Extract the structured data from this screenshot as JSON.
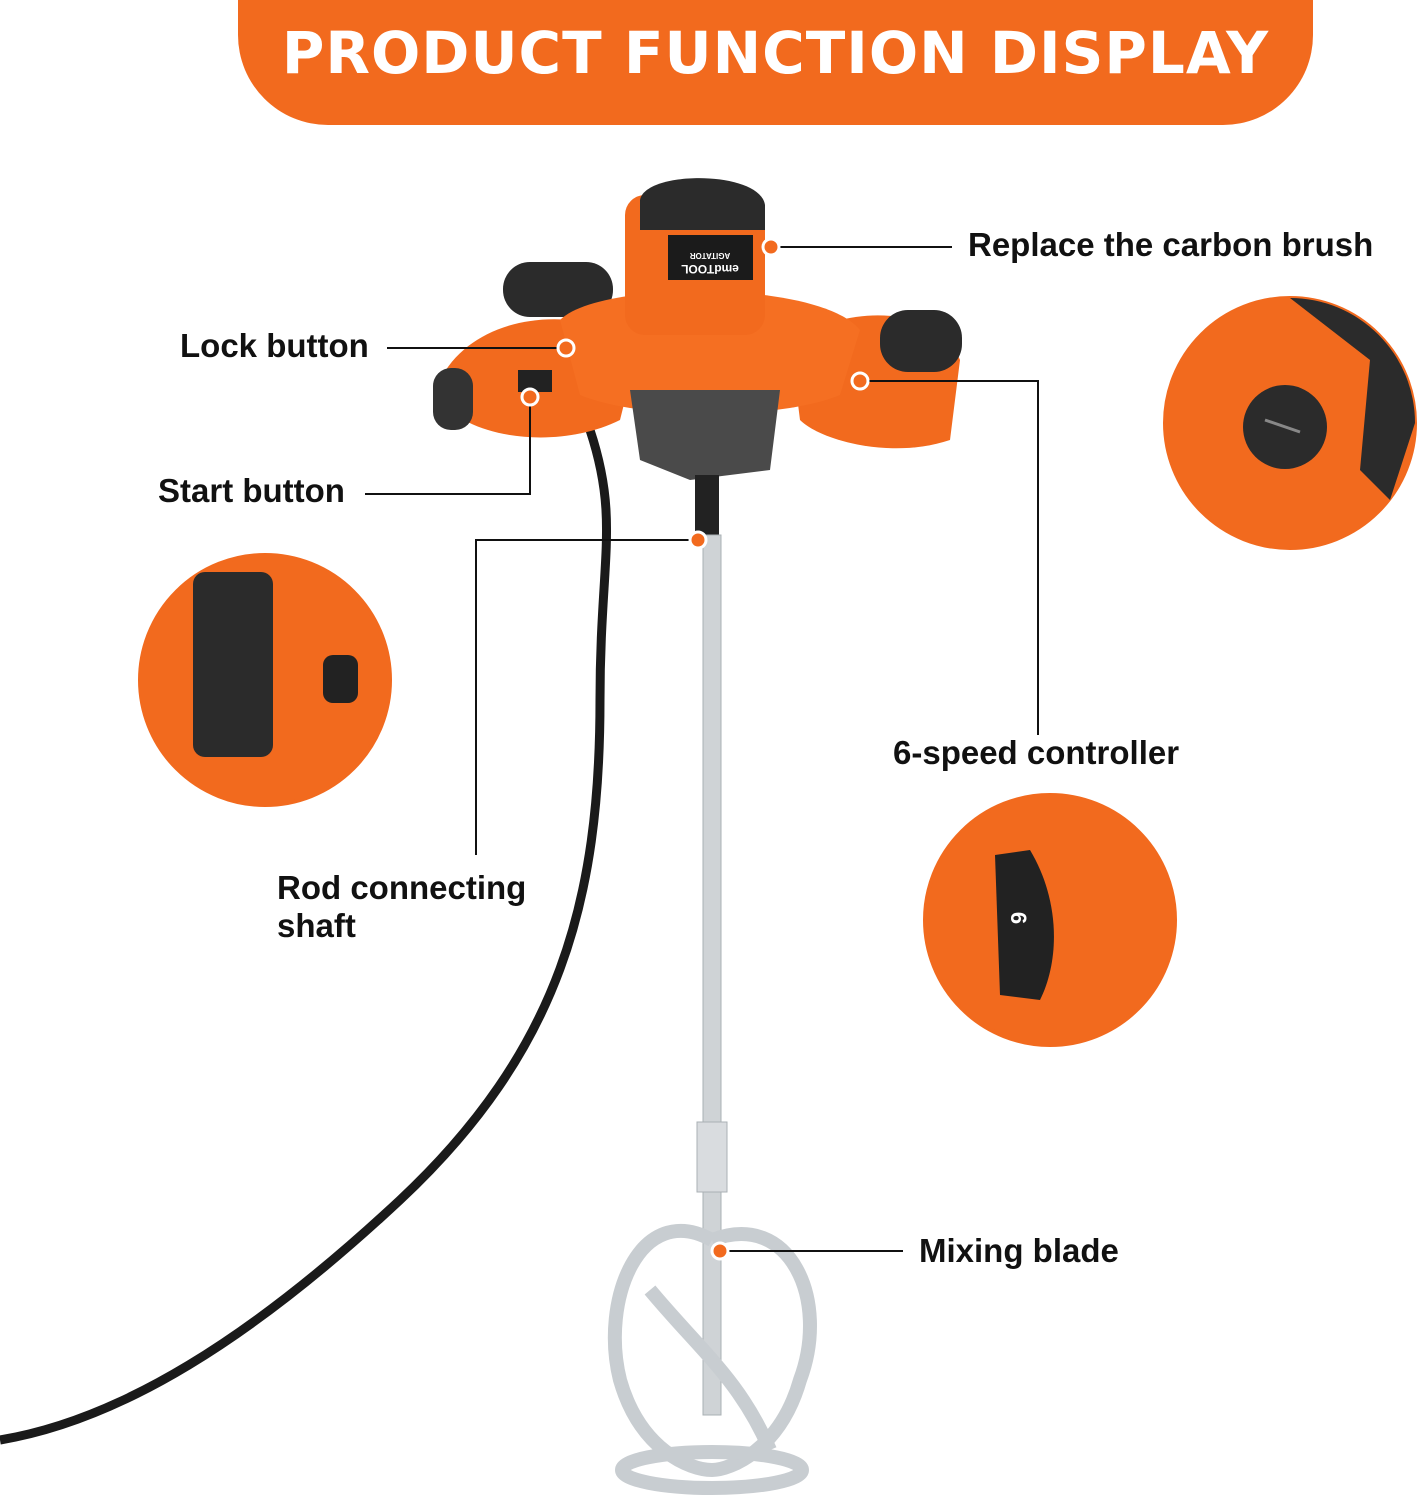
{
  "banner": {
    "title": "PRODUCT FUNCTION DISPLAY"
  },
  "brand": {
    "label": "emdTOOL",
    "model": "AGITATOR"
  },
  "callouts": {
    "carbon_brush": "Replace the carbon brush",
    "lock_button": "Lock button",
    "start_button": "Start button",
    "speed_controller": "6-speed controller",
    "rod_shaft_line1": "Rod connecting",
    "rod_shaft_line2": "shaft",
    "mixing_blade": "Mixing blade"
  },
  "speed_dial_value": "6",
  "colors": {
    "accent": "#f26a1e",
    "dark": "#2b2b2b",
    "metal": "#cfd3d6"
  }
}
